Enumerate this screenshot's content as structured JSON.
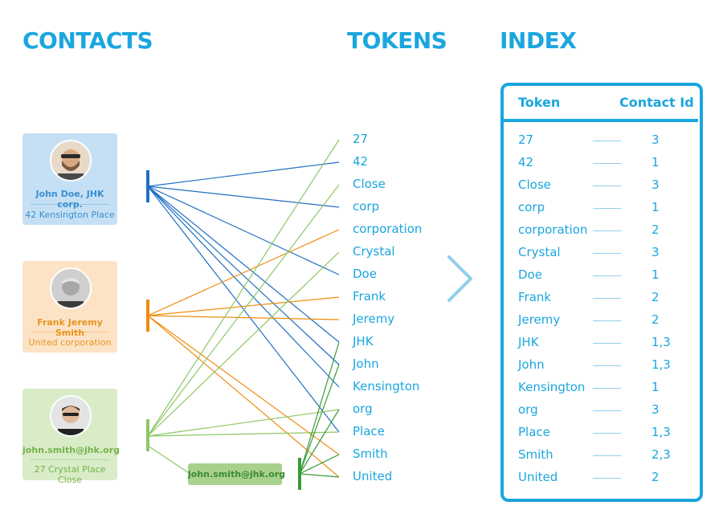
{
  "headings": {
    "contacts": "CONTACTS",
    "tokens": "TOKENS",
    "index": "INDEX"
  },
  "contacts": [
    {
      "name": "John Doe, JHK corp.",
      "address": "42 Kensington Place",
      "bg": "#c5e0f5",
      "text_color": "#3a8fcf",
      "accent": "#1f6fc2"
    },
    {
      "name": "Frank Jeremy Smith",
      "address": "United corporation",
      "bg": "#fde3c6",
      "text_color": "#e8951f",
      "accent": "#ef8c10"
    },
    {
      "name": "john.smith@jhk.org",
      "address": "27 Crystal Place Close",
      "bg": "#d8ecc8",
      "text_color": "#75b24a",
      "accent": "#8cc763"
    }
  ],
  "email_token": "john.smith@jhk.org",
  "tokens": [
    "27",
    "42",
    "Close",
    "corp",
    "corporation",
    "Crystal",
    "Doe",
    "Frank",
    "Jeremy",
    "JHK",
    "John",
    "Kensington",
    "org",
    "Place",
    "Smith",
    "United"
  ],
  "index": {
    "header_token": "Token",
    "header_id": "Contact Id",
    "rows": [
      {
        "token": "27",
        "id": "3"
      },
      {
        "token": "42",
        "id": "1"
      },
      {
        "token": "Close",
        "id": "3"
      },
      {
        "token": "corp",
        "id": "1"
      },
      {
        "token": "corporation",
        "id": "2"
      },
      {
        "token": "Crystal",
        "id": "3"
      },
      {
        "token": "Doe",
        "id": "1"
      },
      {
        "token": "Frank",
        "id": "2"
      },
      {
        "token": "Jeremy",
        "id": "2"
      },
      {
        "token": "JHK",
        "id": "1,3"
      },
      {
        "token": "John",
        "id": "1,3"
      },
      {
        "token": "Kensington",
        "id": "1"
      },
      {
        "token": "org",
        "id": "3"
      },
      {
        "token": "Place",
        "id": "1,3"
      },
      {
        "token": "Smith",
        "id": "2,3"
      },
      {
        "token": "United",
        "id": "2"
      }
    ]
  },
  "colors": {
    "accent": "#1aa6df",
    "blue_link": "#1f6fc2",
    "orange_link": "#ef8c10",
    "green_link": "#8cc763",
    "dark_green_link": "#3a9a3a"
  },
  "links": {
    "contact1": [
      1,
      3,
      6,
      9,
      10,
      11,
      13
    ],
    "contact2": [
      4,
      7,
      8,
      14,
      15
    ],
    "contact3": [
      0,
      2,
      5,
      12,
      13
    ],
    "email": [
      9,
      10,
      12,
      14,
      15
    ]
  }
}
